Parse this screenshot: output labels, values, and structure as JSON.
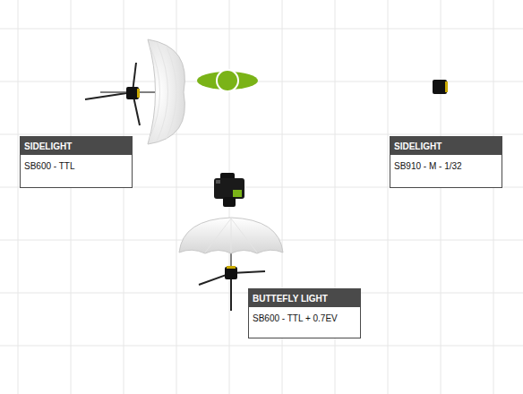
{
  "diagram": {
    "nodes": [
      {
        "text": [
          "SIDELIGHT",
          "SB600 - TTL"
        ]
      },
      {
        "text": [
          "SIDELIGHT",
          "SB910 - M - 1/32"
        ]
      },
      {
        "text": [
          "BUTTEFLY LIGHT",
          "SB600 - TTL + 0.7EV"
        ]
      }
    ]
  }
}
